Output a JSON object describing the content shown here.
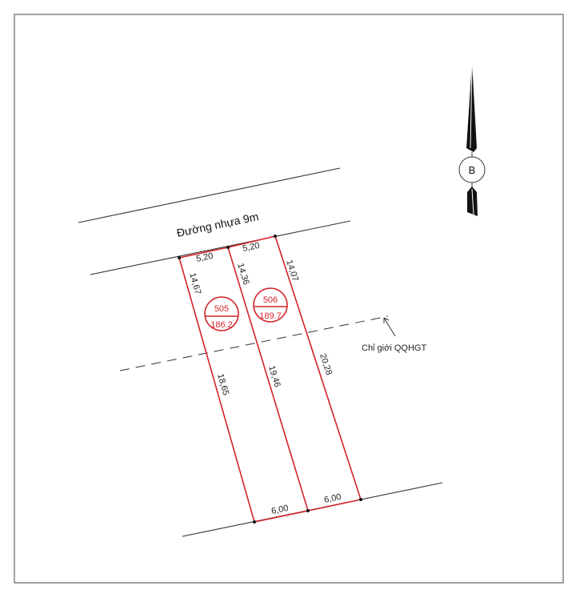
{
  "road_label": "Đường nhựa 9m",
  "boundary_label": "Chỉ giới QQHGT",
  "north_label": "B",
  "colors": {
    "parcel": "#d2232a",
    "lines": "#333333"
  },
  "lots": [
    {
      "number": "505",
      "area": "186.2"
    },
    {
      "number": "506",
      "area": "189.7"
    }
  ],
  "dimensions": {
    "top_505": "5,20",
    "top_506": "5,20",
    "left_505_front": "14,67",
    "mid_front": "14,36",
    "right_506_front": "14,07",
    "left_505_back": "18,65",
    "mid_back": "19,46",
    "right_506_back": "20,28",
    "bottom_505": "6,00",
    "bottom_506": "6,00"
  }
}
